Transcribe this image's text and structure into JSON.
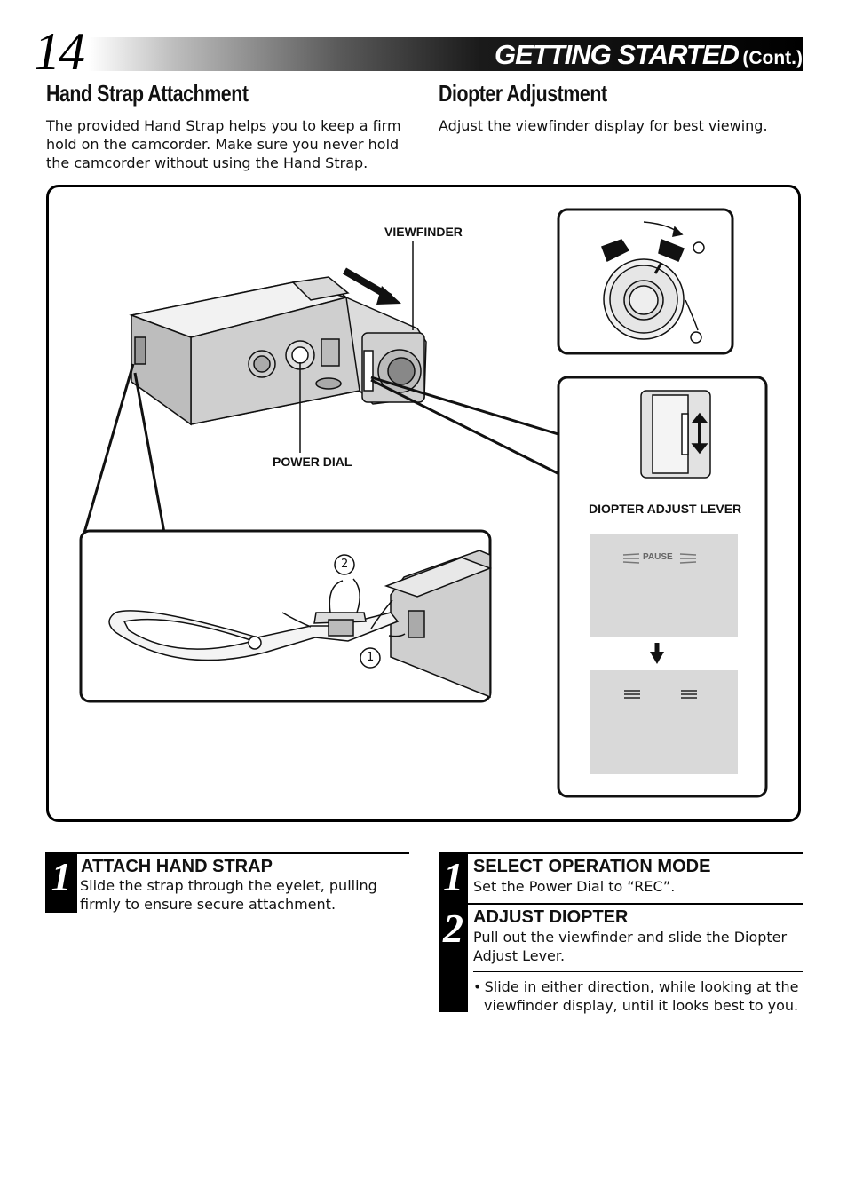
{
  "header": {
    "page_number": "14",
    "title": "GETTING STARTED",
    "cont": "(Cont.)"
  },
  "hand_strap": {
    "heading": "Hand Strap Attachment",
    "intro": "The provided Hand Strap helps you to keep a firm hold on the camcorder. Make sure you never hold the camcorder without using the Hand Strap."
  },
  "diopter": {
    "heading": "Diopter Adjustment",
    "intro": "Adjust the viewfinder display for best viewing."
  },
  "figure": {
    "viewfinder_label": "VIEWFINDER",
    "power_dial_label": "POWER DIAL",
    "diopter_lever_label": "DIOPTER ADJUST LEVER",
    "pause_text": "PAUSE",
    "marker_1": "1",
    "marker_2": "2"
  },
  "steps_left": [
    {
      "number": "1",
      "title": "ATTACH HAND STRAP",
      "text": "Slide the strap through the eyelet, pulling firmly to ensure secure attachment."
    }
  ],
  "steps_right": [
    {
      "number": "1",
      "title": "SELECT OPERATION MODE",
      "text": "Set the Power Dial to “REC”."
    },
    {
      "number": "2",
      "title": "ADJUST DIOPTER",
      "text": "Pull out the viewfinder and slide the Diopter Adjust Lever.",
      "bullet": "• Slide in either direction, while looking at the viewfinder display, until it looks best to you."
    }
  ]
}
